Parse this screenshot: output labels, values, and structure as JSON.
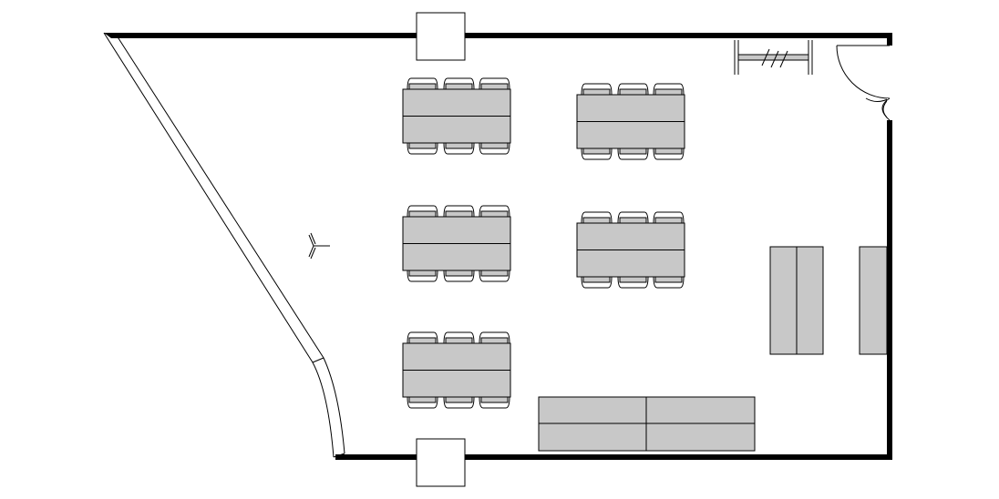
{
  "plan": {
    "colors": {
      "wall": "#000000",
      "furniture": "#c8c8c8",
      "background": "#ffffff"
    },
    "icons": [
      "north-arrow-icon",
      "door-swing-icon",
      "coat-rack-icon"
    ],
    "tables": {
      "left_column_count": 3,
      "middle_column_count": 2,
      "seats_per_table": 6
    },
    "cabinets": {
      "right_wall_count": 2,
      "bottom_wall_count": 1
    }
  }
}
